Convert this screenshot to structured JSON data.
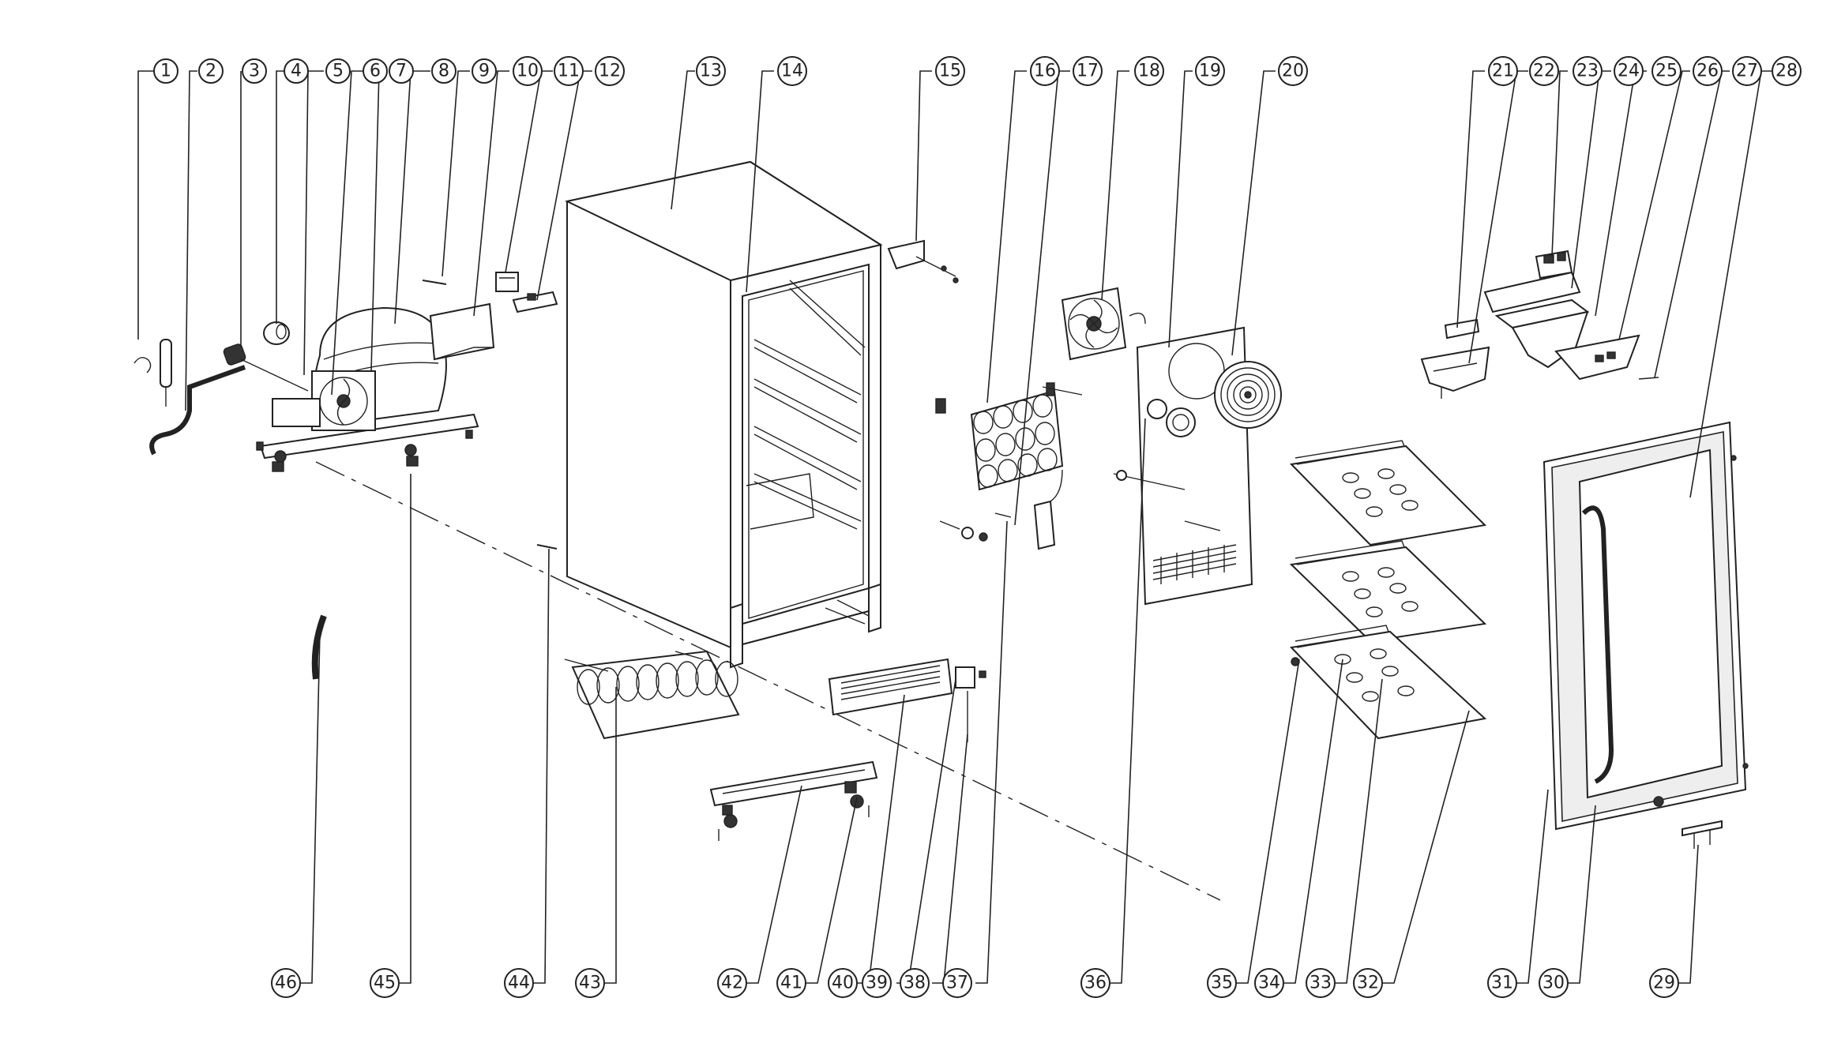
{
  "diagram": {
    "type": "exploded-parts-view",
    "callouts_top": [
      "1",
      "2",
      "3",
      "4",
      "5",
      "6",
      "7",
      "8",
      "9",
      "10",
      "11",
      "12",
      "13",
      "14",
      "15",
      "16",
      "17",
      "18",
      "19",
      "20",
      "21",
      "22",
      "23",
      "24",
      "25",
      "26",
      "27",
      "28"
    ],
    "callouts_bottom": [
      "46",
      "45",
      "44",
      "43",
      "42",
      "41",
      "40",
      "39",
      "38",
      "37",
      "36",
      "35",
      "34",
      "33",
      "32",
      "31",
      "30",
      "29"
    ]
  },
  "colors": {
    "line": "#222222",
    "background": "#ffffff",
    "fill_dark": "#333333",
    "fill_grey": "#eeeeee"
  }
}
